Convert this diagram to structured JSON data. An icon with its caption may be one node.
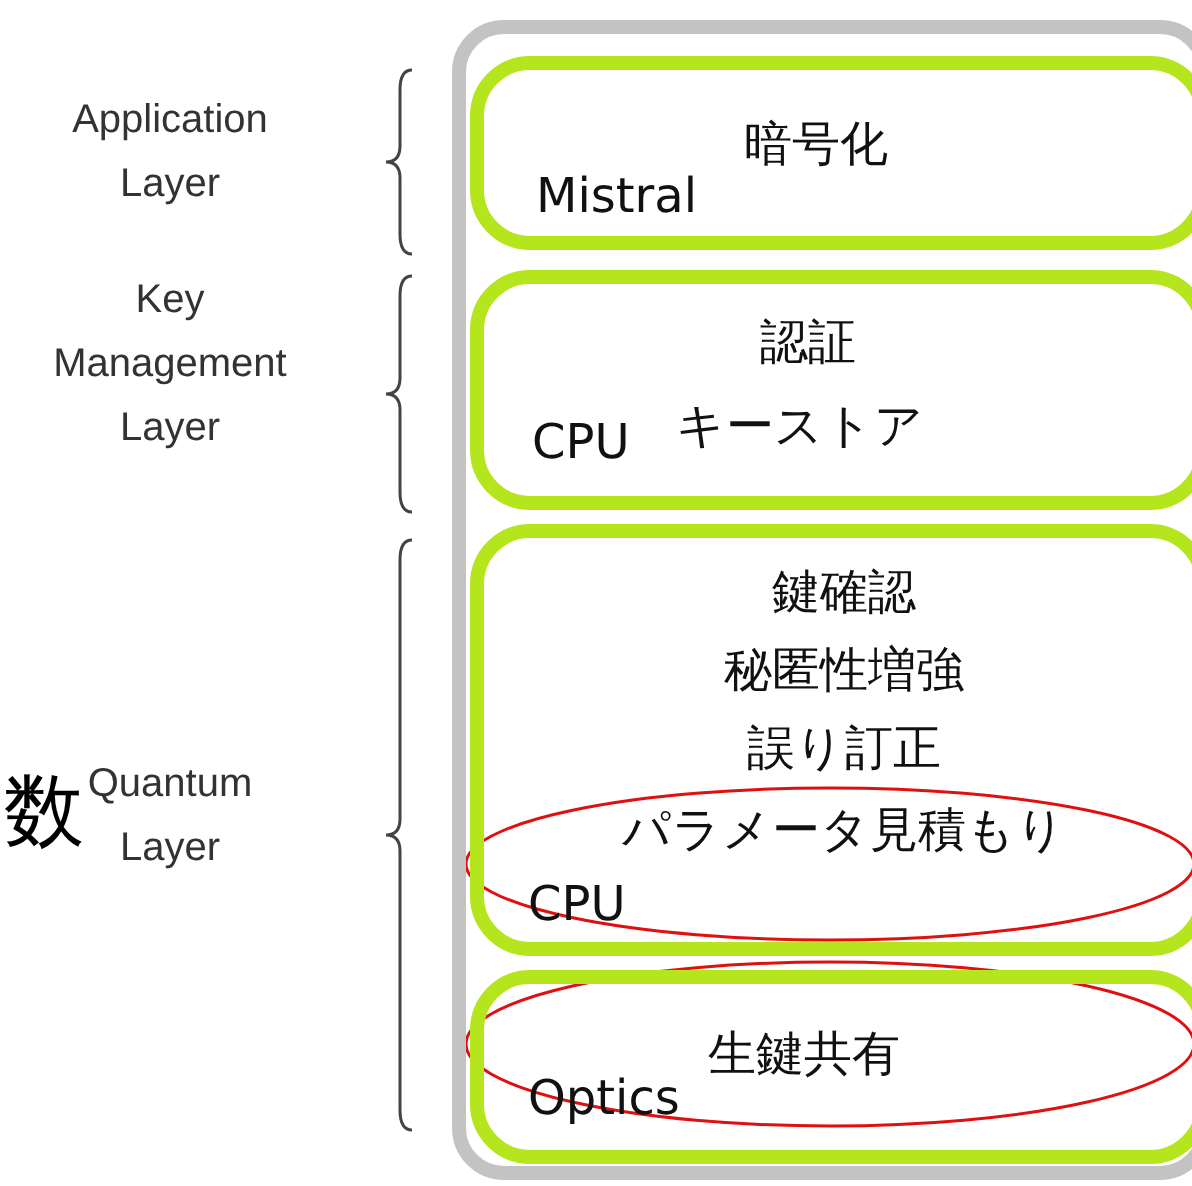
{
  "diagram": {
    "nodes": [
      {
        "text": [],
        "shape": "box"
      },
      {
        "text": [
          "暗号化",
          "Mistral"
        ],
        "in": 0
      },
      {
        "text": [
          "認証",
          "CPU",
          "キーストア"
        ],
        "in": 0
      },
      {
        "text": [
          "鍵確認",
          "秘匿性増強",
          "誤り訂正",
          "パラメータ見積もり",
          "CPU"
        ],
        "in": 0
      },
      {
        "text": [
          "生鍵共有",
          "Optics"
        ],
        "in": 0
      }
    ],
    "edges": [],
    "labels": [
      "Application Layer",
      "Key Management Layer",
      "数",
      "Quantum Layer"
    ]
  }
}
